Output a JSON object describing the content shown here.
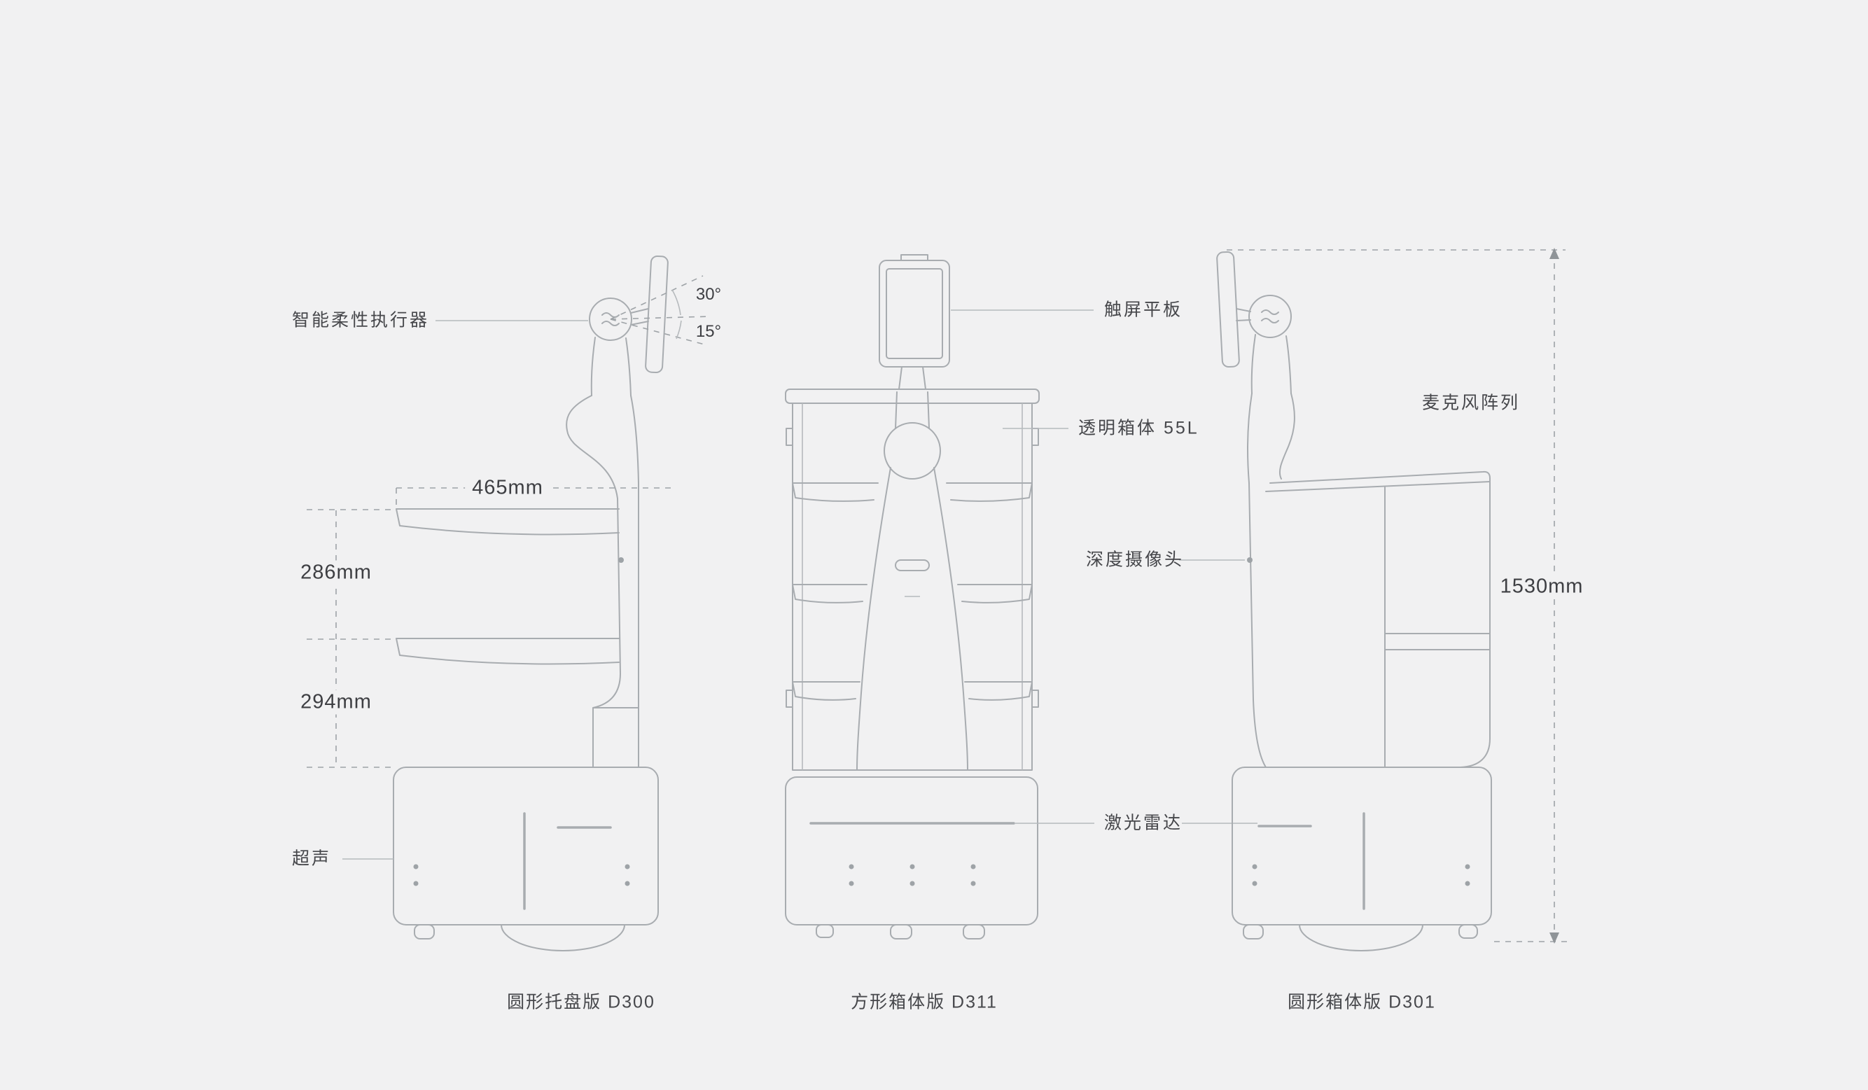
{
  "page": {
    "background": "#f1f1f2",
    "line_color": "#a8acb0",
    "text_color": "#46474b"
  },
  "annotations": {
    "left_robot": {
      "actuator_label": "智能柔性执行器",
      "tilt_up_angle": "30°",
      "tilt_down_angle": "15°",
      "tray_width": "465mm",
      "upper_tray_gap": "286mm",
      "lower_tray_gap": "294mm",
      "ultrasonic_label": "超声",
      "caption": "圆形托盘版 D300"
    },
    "middle_robot": {
      "touchscreen_label": "触屏平板",
      "box_label": "透明箱体 55L",
      "lidar_label": "激光雷达",
      "caption": "方形箱体版 D311"
    },
    "right_robot": {
      "depth_camera_label": "深度摄像头",
      "mic_array_label": "麦克风阵列",
      "total_height": "1530mm",
      "caption": "圆形箱体版 D301"
    }
  }
}
